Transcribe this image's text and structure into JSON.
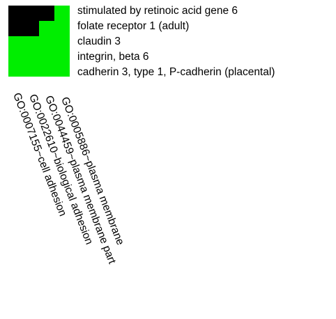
{
  "chart_data": {
    "type": "heatmap",
    "rows": [
      "stimulated by retinoic acid gene 6",
      "folate receptor 1 (adult)",
      "claudin 3",
      "integrin, beta 6",
      "cadherin 3, type 1, P-cadherin (placental)"
    ],
    "columns": [
      "GO:0005886~plasma membrane",
      "GO:0044459~plasma membrane part",
      "GO:0022610~biological adhesion",
      "GO:0007155~cell adhesion"
    ],
    "cells": [
      [
        1,
        1,
        1,
        0
      ],
      [
        1,
        1,
        0,
        0
      ],
      [
        0,
        0,
        0,
        0
      ],
      [
        0,
        0,
        0,
        0
      ],
      [
        0,
        0,
        0,
        0
      ]
    ],
    "colors": {
      "1": "#000000",
      "0": "#00ee00"
    }
  }
}
